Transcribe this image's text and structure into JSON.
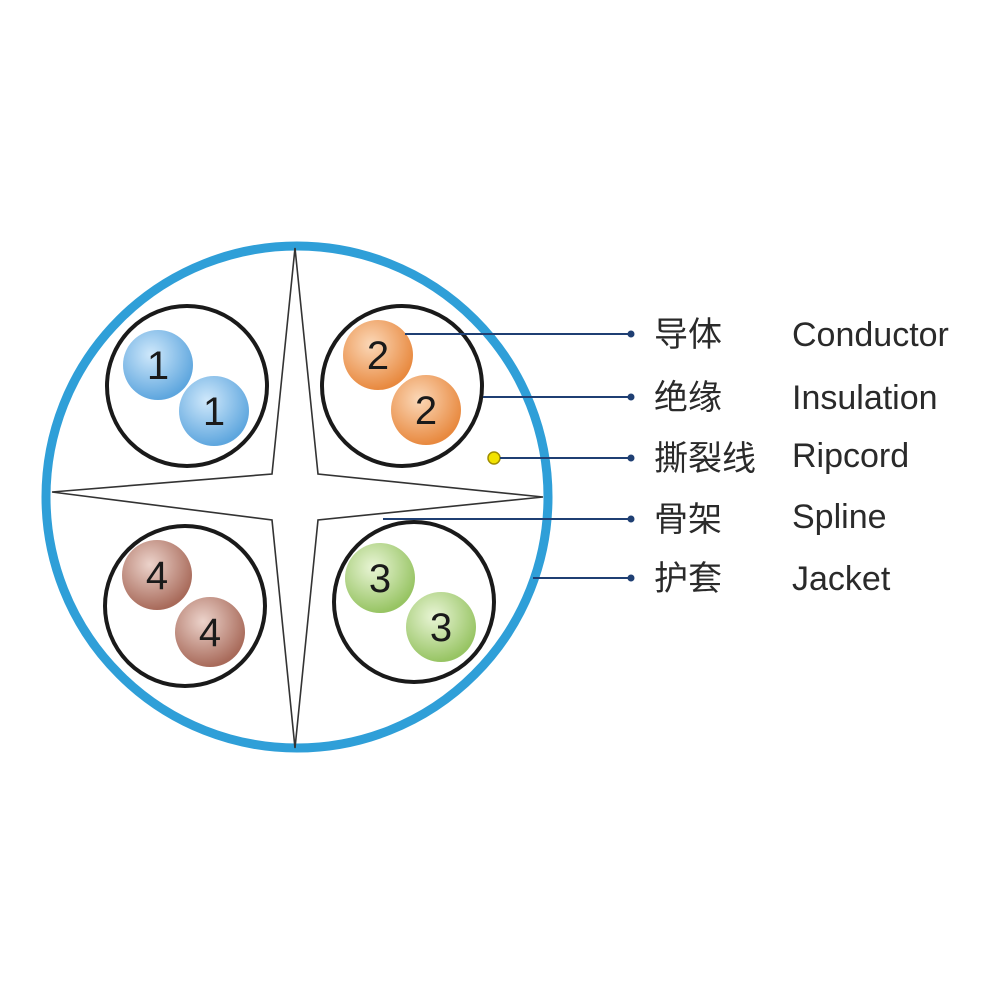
{
  "colors": {
    "jacket": "#2f9fd8",
    "leader": "#1f3f73",
    "ripcord": "#f2e200",
    "pair1": "#6fb4e6",
    "pair2": "#ee9a5a",
    "pair3": "#a9d07a",
    "pair4": "#b57d6e"
  },
  "pairs": [
    {
      "id": "pair-1",
      "label_a": "1",
      "label_b": "1",
      "color_key": "pair1"
    },
    {
      "id": "pair-2",
      "label_a": "2",
      "label_b": "2",
      "color_key": "pair2"
    },
    {
      "id": "pair-3",
      "label_a": "3",
      "label_b": "3",
      "color_key": "pair3"
    },
    {
      "id": "pair-4",
      "label_a": "4",
      "label_b": "4",
      "color_key": "pair4"
    }
  ],
  "legend": [
    {
      "zh": "导体",
      "en": "Conductor"
    },
    {
      "zh": "绝缘",
      "en": "Insulation"
    },
    {
      "zh": "撕裂线",
      "en": "Ripcord"
    },
    {
      "zh": "骨架",
      "en": "Spline"
    },
    {
      "zh": "护套",
      "en": "Jacket"
    }
  ]
}
